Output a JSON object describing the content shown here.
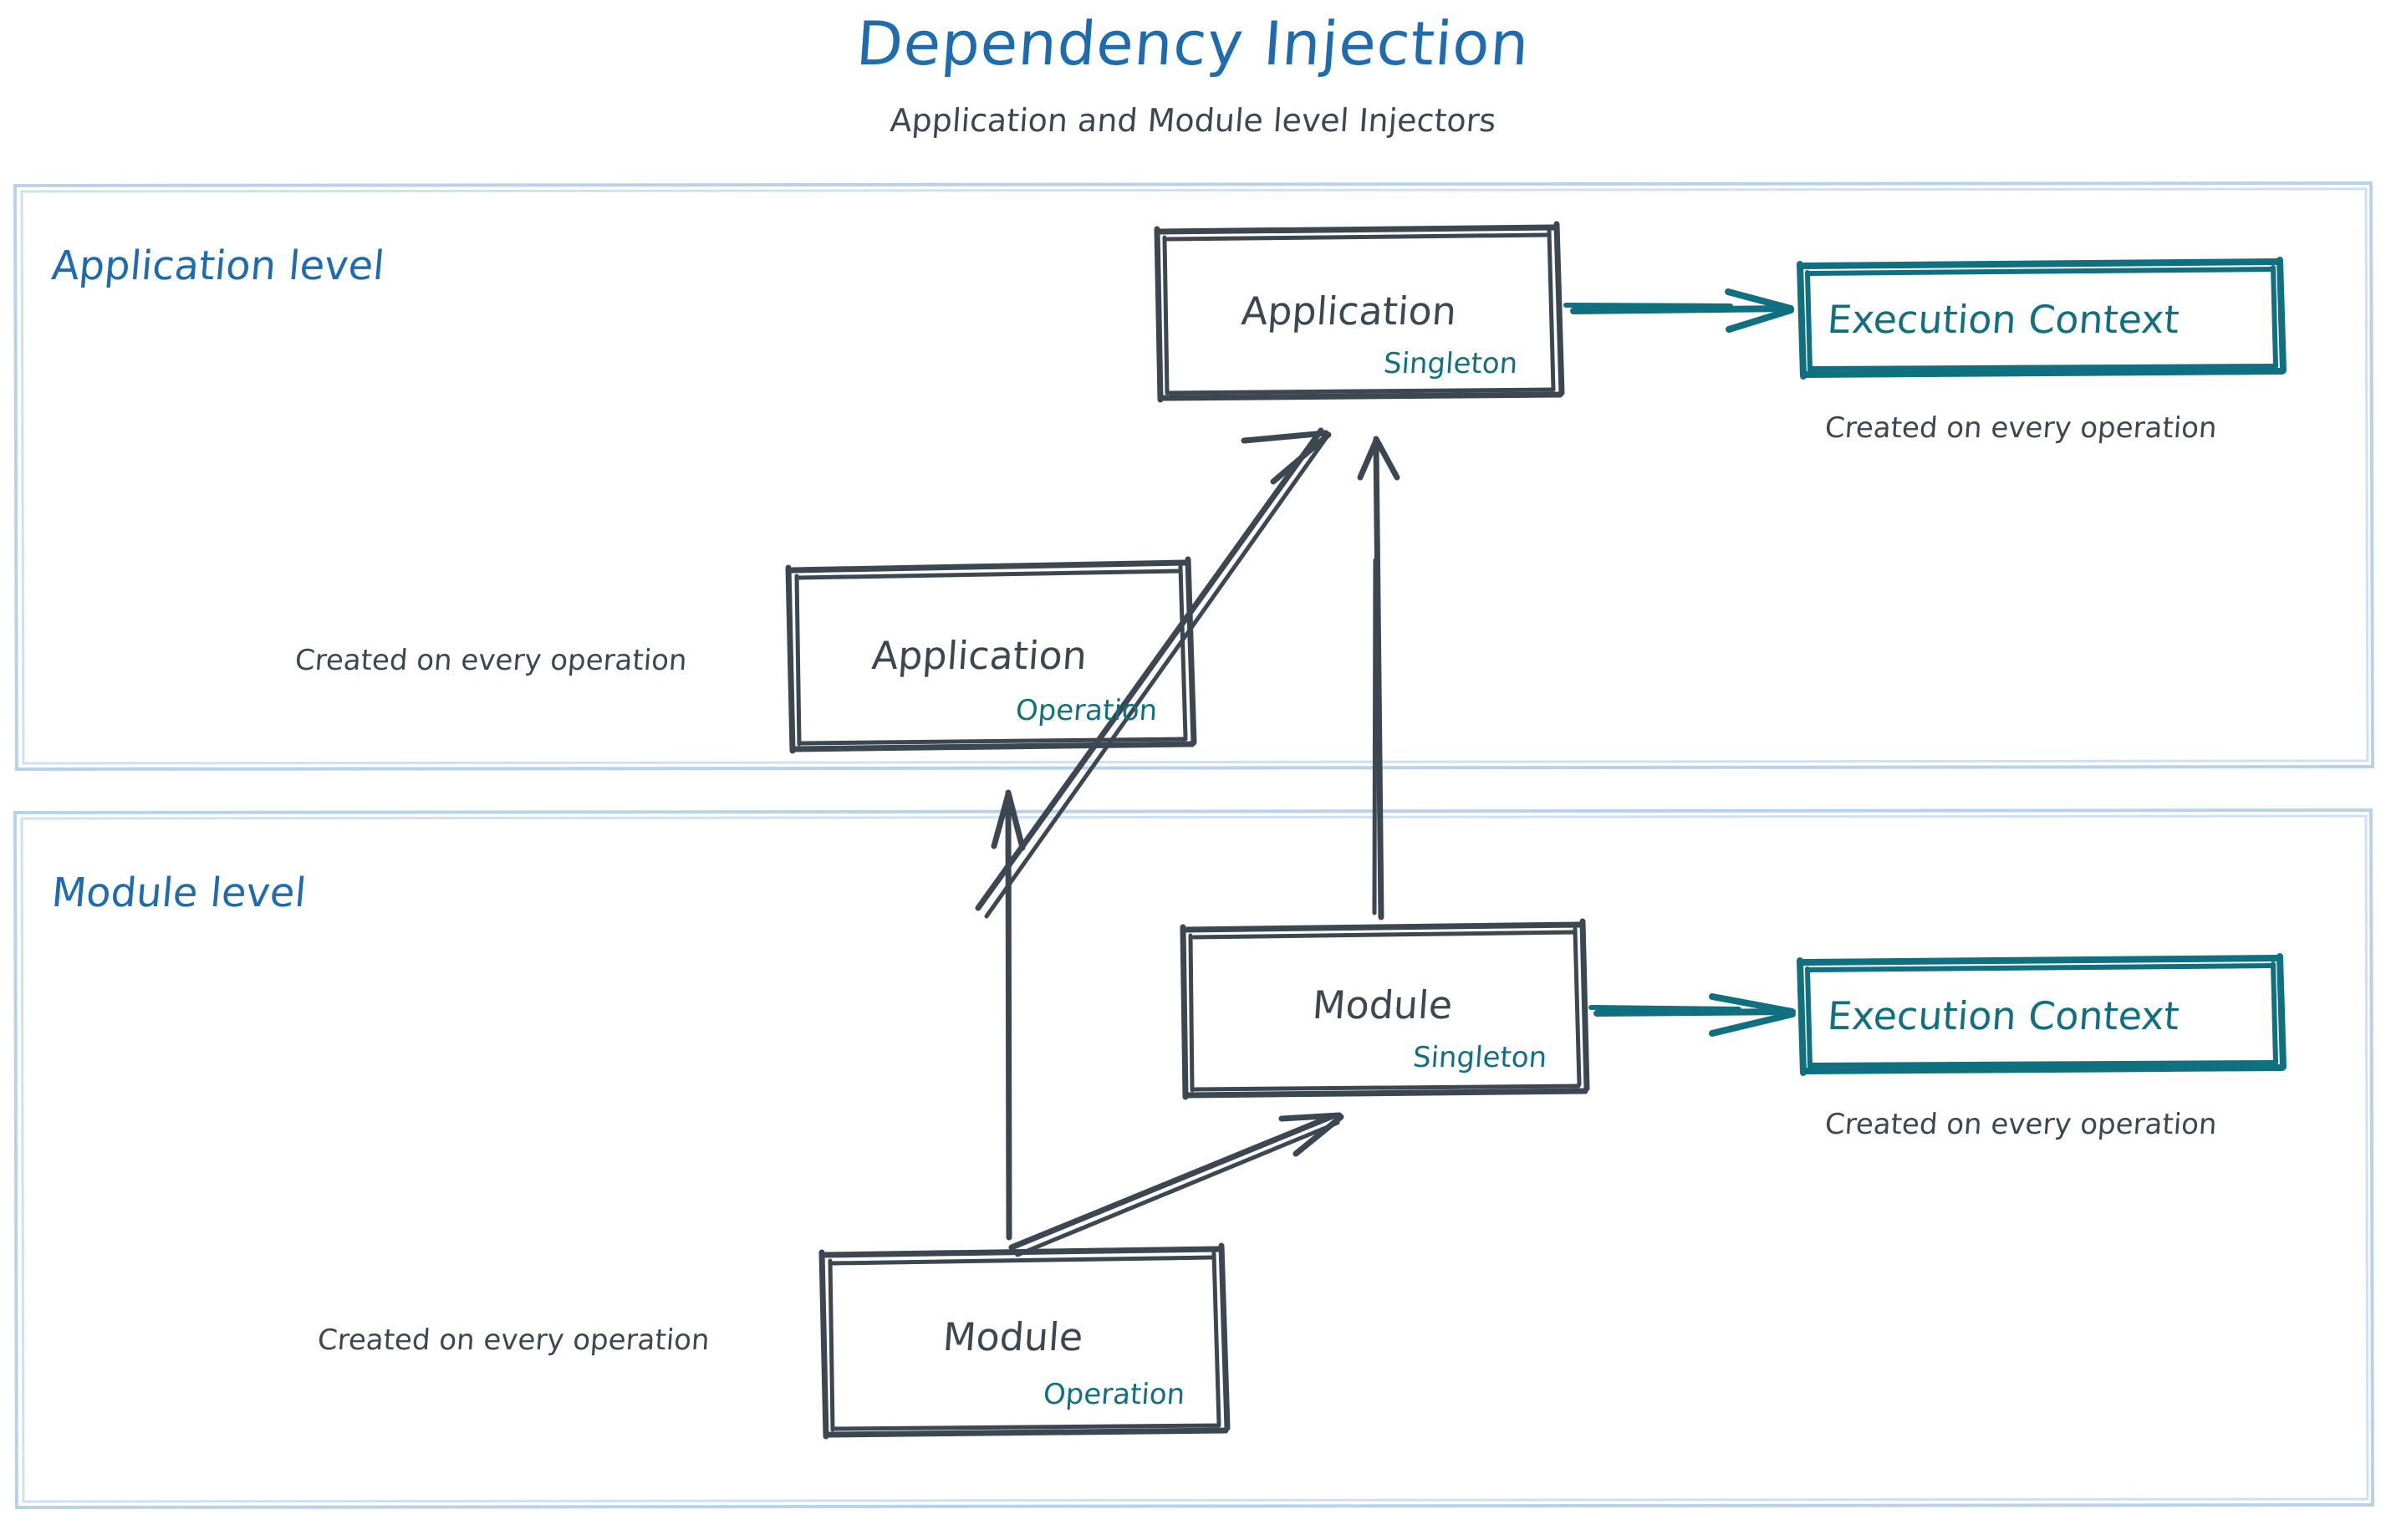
{
  "header": {
    "title": "Dependency Injection",
    "subtitle": "Application and Module level Injectors"
  },
  "colors": {
    "title_blue": "#1f6bb0",
    "section_label_blue": "#1f6bb0",
    "section_border_blue": "#b9d2ea",
    "sketch_dark": "#3d4752",
    "teal": "#11707f",
    "background": "#ffffff"
  },
  "sections": [
    {
      "label": "Application level",
      "nodes": [
        {
          "name": "app-singleton",
          "title": "Application",
          "scope": "Singleton"
        },
        {
          "name": "app-operation",
          "title": "Application",
          "scope": "Operation"
        },
        {
          "name": "app-execution-context",
          "title": "Execution Context"
        }
      ],
      "captions": [
        {
          "name": "caption-exec-context-app",
          "text": "Created on every operation"
        },
        {
          "name": "caption-app-operation",
          "text": "Created on every operation"
        }
      ]
    },
    {
      "label": "Module level",
      "nodes": [
        {
          "name": "module-singleton",
          "title": "Module",
          "scope": "Singleton"
        },
        {
          "name": "module-operation",
          "title": "Module",
          "scope": "Operation"
        },
        {
          "name": "module-execution-context",
          "title": "Execution Context"
        }
      ],
      "captions": [
        {
          "name": "caption-exec-context-module",
          "text": "Created on every operation"
        },
        {
          "name": "caption-module-operation",
          "text": "Created on every operation"
        }
      ]
    }
  ],
  "boxes": {
    "app_singleton": {
      "title": "Application",
      "scope": "Singleton"
    },
    "app_operation": {
      "title": "Application",
      "scope": "Operation"
    },
    "app_exec_ctx": {
      "title": "Execution Context"
    },
    "app_exec_ctx_caption": "Created on every operation",
    "app_operation_caption": "Created on every operation",
    "module_singleton": {
      "title": "Module",
      "scope": "Singleton"
    },
    "module_operation": {
      "title": "Module",
      "scope": "Operation"
    },
    "module_exec_ctx": {
      "title": "Execution Context"
    },
    "module_exec_ctx_caption": "Created on every operation",
    "module_operation_caption": "Created on every operation"
  },
  "section_labels": {
    "application": "Application level",
    "module": "Module level"
  },
  "edges": [
    {
      "name": "edge-app-operation-to-app-singleton",
      "from": "app-operation",
      "to": "app-singleton",
      "style": "dark-arrow"
    },
    {
      "name": "edge-app-singleton-to-exec-context",
      "from": "app-singleton",
      "to": "app-execution-context",
      "style": "teal-arrow"
    },
    {
      "name": "edge-module-singleton-to-app-singleton",
      "from": "module-singleton",
      "to": "app-singleton",
      "style": "dark-arrow"
    },
    {
      "name": "edge-module-operation-to-app-operation",
      "from": "module-operation",
      "to": "app-operation",
      "style": "dark-arrow"
    },
    {
      "name": "edge-module-operation-to-module-singleton",
      "from": "module-operation",
      "to": "module-singleton",
      "style": "dark-arrow"
    },
    {
      "name": "edge-module-singleton-to-exec-context",
      "from": "module-singleton",
      "to": "module-execution-context",
      "style": "teal-arrow"
    }
  ]
}
